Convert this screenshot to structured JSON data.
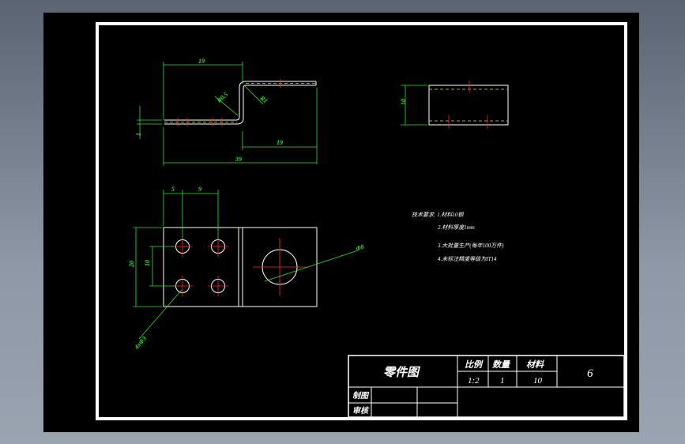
{
  "drawing": {
    "dims": {
      "d19_top": "19",
      "r0_5": "R0.5",
      "r1": "R1",
      "d10_side": "10",
      "d1": "1",
      "d19_bottom": "19",
      "d39": "39",
      "d5": "5",
      "d9": "9",
      "d20": "20",
      "d10_left": "10",
      "d8": "Φ8",
      "d4x3": "4xΦ3"
    },
    "notes": {
      "line1": "技术要求:  1.材料10钢",
      "line2": "2.材料厚度1mm",
      "line3": "3.大批量生产(每年100万件)",
      "line4": "4.未标注精度等级为IT14"
    }
  },
  "title_block": {
    "part_name": "零件图",
    "scale_label": "比例",
    "qty_label": "数量",
    "material_label": "材料",
    "scale_value": "1:2",
    "qty_value": "1",
    "material_value": "10",
    "drawing_no": "6",
    "drawn_label": "制图",
    "review_label": "审核"
  },
  "colors": {
    "background": "#000000",
    "frame": "#ffffff",
    "dimension": "#2ee02e",
    "center_line": "#ff2a2a",
    "hidden_line": "#e8d84a"
  }
}
